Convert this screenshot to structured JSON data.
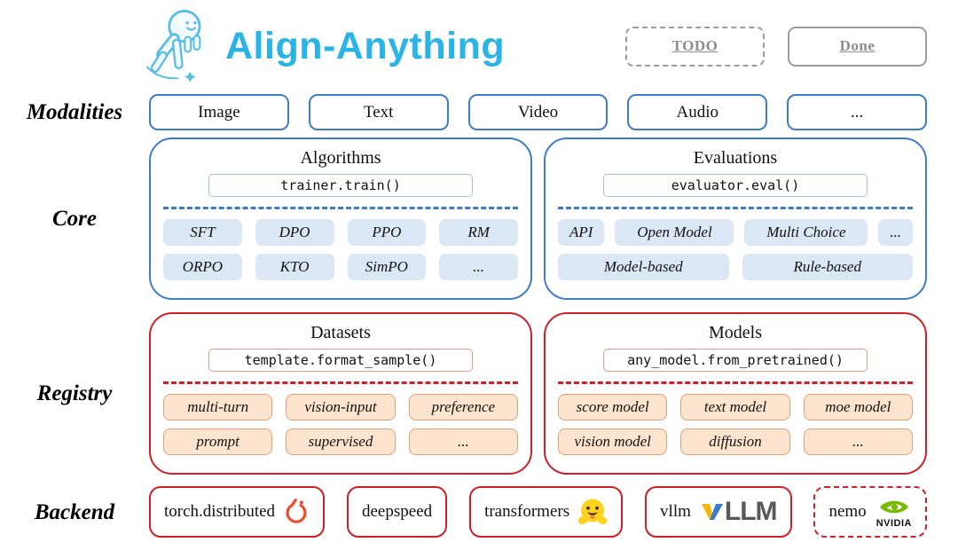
{
  "header": {
    "title": "Align-Anything",
    "logo": "mascot-jumping-icon",
    "legend": [
      {
        "label": "TODO",
        "style": "dashed"
      },
      {
        "label": "Done",
        "style": "solid"
      }
    ]
  },
  "sections": {
    "modalities": {
      "label": "Modalities",
      "items": [
        "Image",
        "Text",
        "Video",
        "Audio",
        "..."
      ]
    },
    "core": {
      "label": "Core",
      "panels": [
        {
          "title": "Algorithms",
          "code": "trainer.train()",
          "chip_rows": [
            [
              "SFT",
              "DPO",
              "PPO",
              "RM"
            ],
            [
              "ORPO",
              "KTO",
              "SimPO",
              "..."
            ]
          ]
        },
        {
          "title": "Evaluations",
          "code": "evaluator.eval()",
          "chip_rows": [
            [
              "API",
              "Open Model",
              "Multi Choice",
              "..."
            ],
            [
              "Model-based",
              "Rule-based"
            ]
          ]
        }
      ]
    },
    "registry": {
      "label": "Registry",
      "panels": [
        {
          "title": "Datasets",
          "code": "template.format_sample()",
          "chip_rows": [
            [
              "multi-turn",
              "vision-input",
              "preference"
            ],
            [
              "prompt",
              "supervised",
              "..."
            ]
          ]
        },
        {
          "title": "Models",
          "code": "any_model.from_pretrained()",
          "chip_rows": [
            [
              "score model",
              "text model",
              "moe model"
            ],
            [
              "vision model",
              "diffusion",
              "..."
            ]
          ]
        }
      ]
    },
    "backend": {
      "label": "Backend",
      "items": [
        {
          "label": "torch.distributed",
          "icon": "pytorch-icon",
          "style": "solid"
        },
        {
          "label": "deepspeed",
          "icon": null,
          "style": "solid"
        },
        {
          "label": "transformers",
          "icon": "huggingface-icon",
          "style": "solid"
        },
        {
          "label": "vllm",
          "icon": "vllm-icon",
          "logo_text": "LLM",
          "style": "solid"
        },
        {
          "label": "nemo",
          "icon": "nvidia-icon",
          "logo_text": "NVIDIA",
          "style": "dashed"
        }
      ]
    }
  },
  "colors": {
    "title_blue": "#29b3e6",
    "border_blue": "#3d7cc9",
    "chip_blue": "#dbe7f5",
    "border_red": "#cd2026",
    "chip_peach_bg": "#fce4cf",
    "chip_peach_border": "#dfa077",
    "legend_gray": "#8d8d8d",
    "pytorch_orange": "#ee4c2c",
    "huggingface_yellow": "#ffd21e",
    "vllm_yellow": "#f5b60a",
    "vllm_blue": "#3d7cc9",
    "nvidia_green": "#76b900"
  }
}
